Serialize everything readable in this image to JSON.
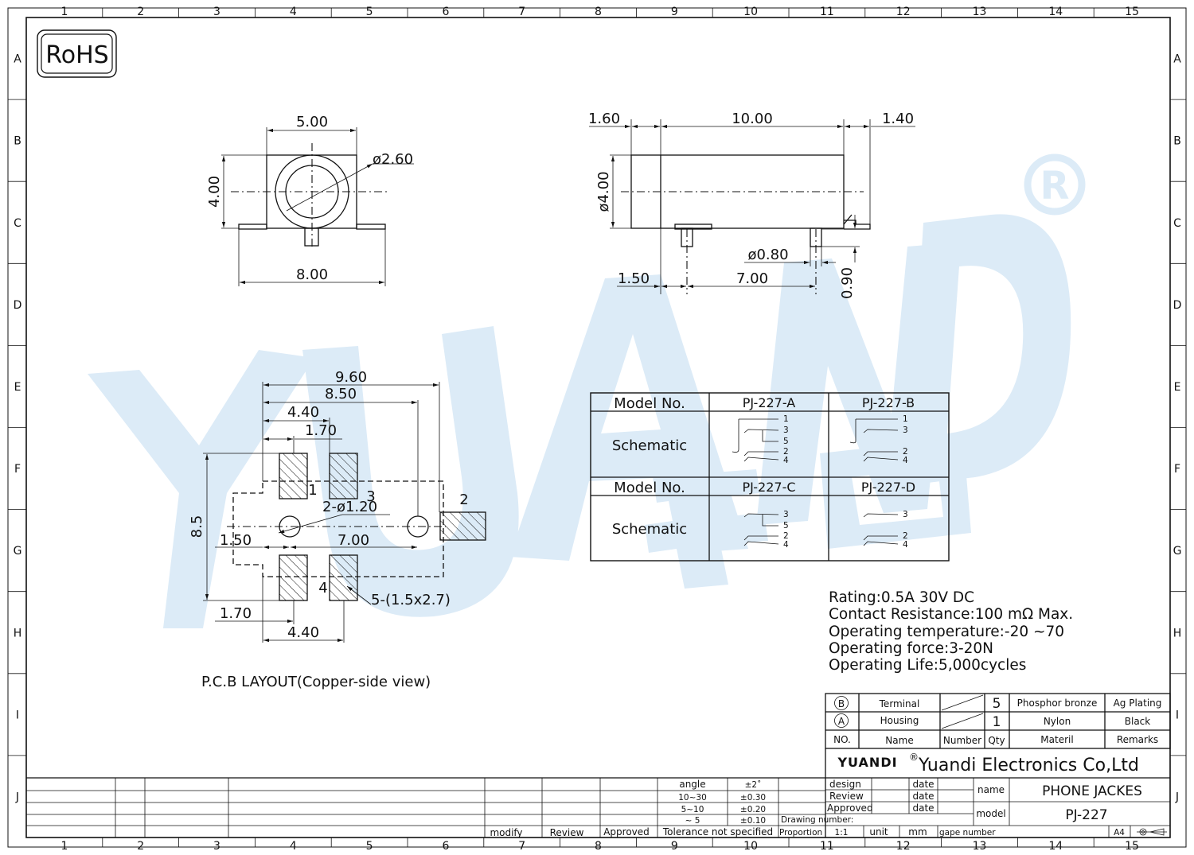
{
  "badge": "RoHS",
  "grid": {
    "cols": [
      "1",
      "2",
      "3",
      "4",
      "5",
      "6",
      "7",
      "8",
      "9",
      "10",
      "11",
      "12",
      "13",
      "14",
      "15"
    ],
    "rows": [
      "A",
      "B",
      "C",
      "D",
      "E",
      "F",
      "G",
      "H",
      "I",
      "J"
    ]
  },
  "front_view": {
    "width": "5.00",
    "height": "4.00",
    "bore": "ø2.60",
    "base": "8.00"
  },
  "side_view": {
    "left": "1.60",
    "length": "10.00",
    "right": "1.40",
    "diameter": "ø4.00",
    "pin_dia": "ø0.80",
    "pin_len": "0.90",
    "offset": "1.50",
    "pitch": "7.00"
  },
  "pcb": {
    "w1": "9.60",
    "w2": "8.50",
    "w3": "4.40",
    "w4": "1.70",
    "height": "8.5",
    "hole_label": "2-ø1.20",
    "hole_offset": "1.50",
    "hole_pitch": "7.00",
    "pad_label": "5-(1.5x2.7)",
    "b1": "1.70",
    "b2": "4.40",
    "pin1": "1",
    "pin2": "2",
    "pin3": "3",
    "pin4": "4",
    "caption": "P.C.B LAYOUT(Copper-side view)"
  },
  "model_table": {
    "header1": "Model No.",
    "a": "PJ-227-A",
    "b": "PJ-227-B",
    "row1": "Schematic",
    "header2": "Model No.",
    "c": "PJ-227-C",
    "d": "PJ-227-D",
    "row2": "Schematic",
    "pins": {
      "p1": "1",
      "p2": "2",
      "p3": "3",
      "p4": "4",
      "p5": "5"
    }
  },
  "specs": {
    "rating": "Rating:0.5A 30V DC",
    "resistance": "Contact Resistance:100 mΩ Max.",
    "temperature": "Operating temperature:-20 ~70",
    "force": "Operating force:3-20N",
    "life": "Operating Life:5,000cycles"
  },
  "bom": {
    "b_marker": "B",
    "b_name": "Terminal",
    "b_qty": "5",
    "b_material": "Phosphor bronze",
    "b_remarks": "Ag Plating",
    "a_marker": "A",
    "a_name": "Housing",
    "a_qty": "1",
    "a_material": "Nylon",
    "a_remarks": "Black",
    "h_no": "NO.",
    "h_name": "Name",
    "h_number": "Number",
    "h_qty": "Qty",
    "h_material": "Materil",
    "h_remarks": "Remarks"
  },
  "title_block": {
    "logo": "YUANDI",
    "company": "Yuandi Electronics Co,Ltd",
    "design": "design",
    "review": "Review",
    "approved": "Approved",
    "date1": "date",
    "date2": "date",
    "date3": "date",
    "name_label": "name",
    "name_value": "PHONE JACKES",
    "model_label": "model",
    "model_value": "PJ-227",
    "drawing_number": "Drawing number:",
    "proportion": "Proportion",
    "scale": "1:1",
    "unit_label": "unit",
    "unit_value": "mm",
    "gape_number": "gape number",
    "paper": "A4",
    "angle": "angle",
    "angle_tol": "±2˚",
    "r1": "10~30",
    "r1_tol": "±0.30",
    "r2": "5~10",
    "r2_tol": "±0.20",
    "r3": "~ 5",
    "r3_tol": "±0.10",
    "tolerance": "Tolerance not specified",
    "modify": "modify",
    "rev": "Review",
    "appr": "Approved"
  }
}
